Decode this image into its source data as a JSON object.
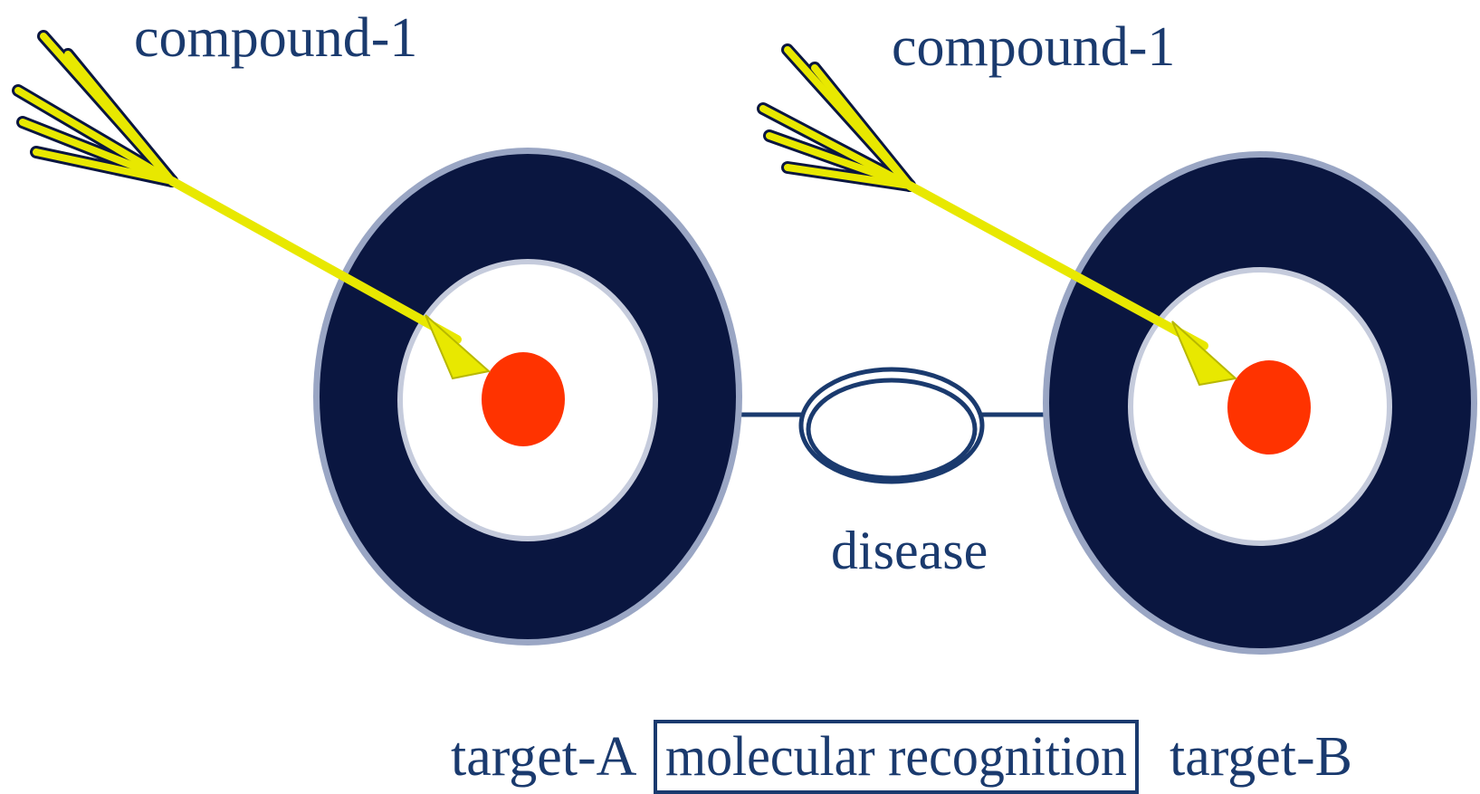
{
  "labels": {
    "compound_left": "compound-1",
    "compound_right": "compound-1",
    "disease": "disease",
    "target_a": "target-A",
    "center_box": "molecular recognition",
    "target_b": "target-B"
  },
  "colors": {
    "ring": "#0a1640",
    "ring_edge": "#9aa6c4",
    "bullseye": "#ff3300",
    "arrow": "#e8e800",
    "arrow_shadow": "#0a1640",
    "text": "#1a3a6e",
    "link": "#1a3a6e"
  }
}
